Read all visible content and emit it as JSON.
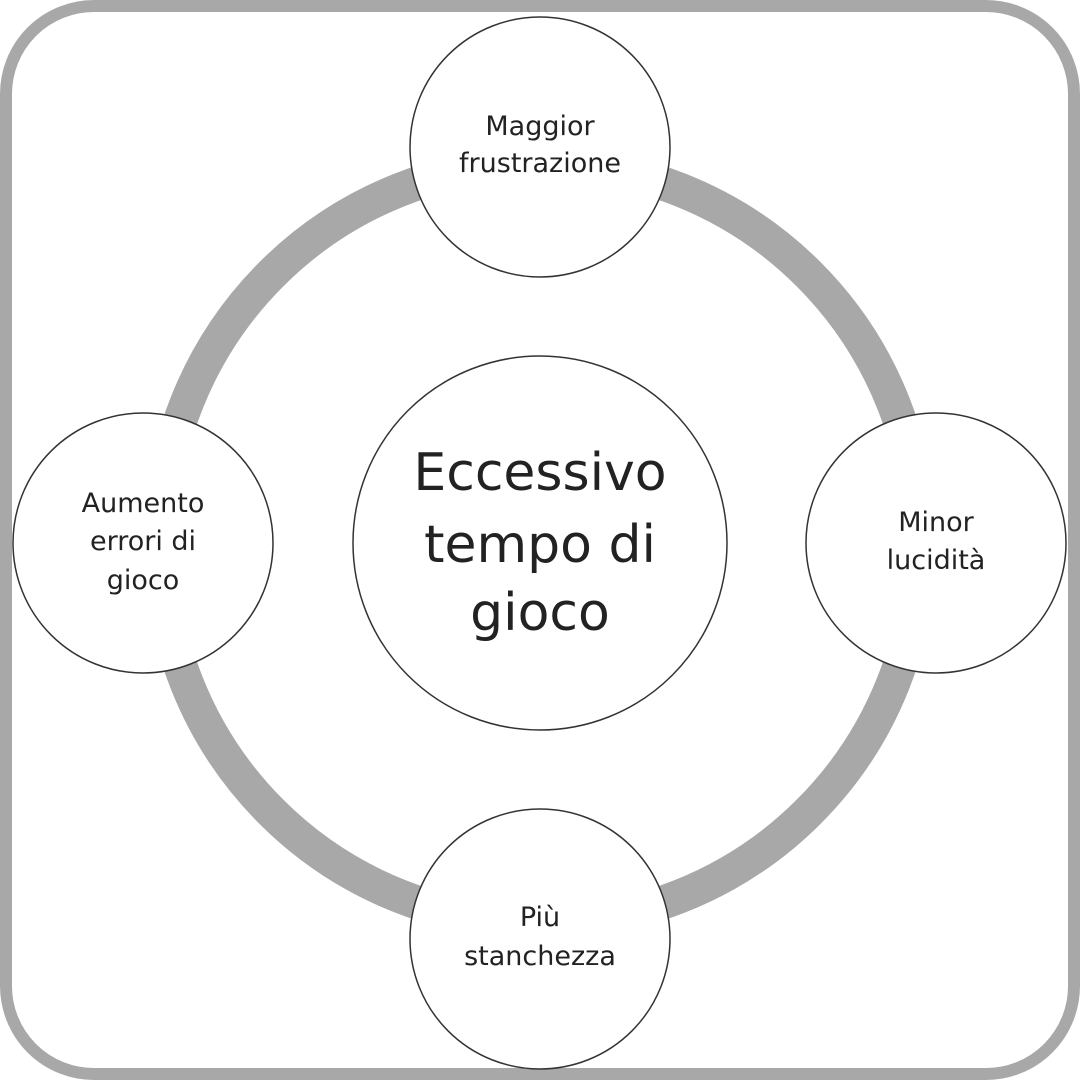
{
  "colors": {
    "background": "#ffffff",
    "frame": "#a8a8a8",
    "ring": "#a8a8a8",
    "node_fill": "#ffffff",
    "node_stroke": "#333333",
    "text": "#222222"
  },
  "center": {
    "lines": [
      "Eccessivo",
      "tempo di",
      "gioco"
    ]
  },
  "nodes": {
    "top": {
      "lines": [
        "Maggior",
        "frustrazione"
      ]
    },
    "right": {
      "lines": [
        "Minor",
        "lucidità"
      ]
    },
    "bottom": {
      "lines": [
        "Più",
        "stanchezza"
      ]
    },
    "left": {
      "lines": [
        "Aumento",
        "errori di",
        "gioco"
      ]
    }
  }
}
